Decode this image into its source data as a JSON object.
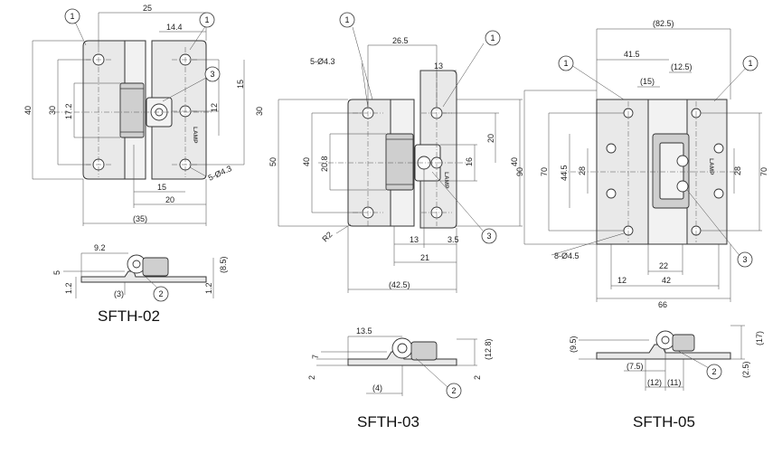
{
  "models": {
    "m02": "SFTH-02",
    "m03": "SFTH-03",
    "m05": "SFTH-05"
  },
  "callouts": {
    "c1": "1",
    "c2": "2",
    "c3": "3"
  },
  "logo_text": "LAMP",
  "dims02": {
    "d25": "25",
    "d14_4": "14.4",
    "d40": "40",
    "d30a": "30",
    "d17_2": "17.2",
    "d15v": "15",
    "d12": "12",
    "d30b": "30",
    "d15h": "15",
    "d20": "20",
    "d35": "(35)",
    "holes": "5-Ø4.3",
    "d9_2": "9.2",
    "d5": "5",
    "d1_2a": "1.2",
    "d3": "(3)",
    "d8_5": "(8.5)",
    "d1_2b": "1.2"
  },
  "dims03": {
    "d26_5": "26.5",
    "holes": "5-Ø4.3",
    "d13a": "13",
    "d50": "50",
    "d40a": "40",
    "d20_8": "20.8",
    "d20": "20",
    "d16": "16",
    "d40b": "40",
    "r2": "R2",
    "d13b": "13",
    "d3_5": "3.5",
    "d21": "21",
    "d42_5": "(42.5)",
    "d13_5": "13.5",
    "d7": "7",
    "d2a": "2",
    "d12_8": "(12.8)",
    "d2b": "2",
    "d4": "(4)"
  },
  "dims05": {
    "d82_5": "(82.5)",
    "d41_5": "41.5",
    "d12_5": "(12.5)",
    "d15": "(15)",
    "d90": "90",
    "d70a": "70",
    "d44_5": "44.5",
    "d28a": "28",
    "d28b": "28",
    "d70b": "70",
    "holes": "8-Ø4.5",
    "d22": "22",
    "d12": "12",
    "d42": "42",
    "d66": "66",
    "d9_5": "(9.5)",
    "d17": "(17)",
    "d7_5": "(7.5)",
    "d12b": "(12)",
    "d11": "(11)",
    "d2_5": "(2.5)"
  }
}
